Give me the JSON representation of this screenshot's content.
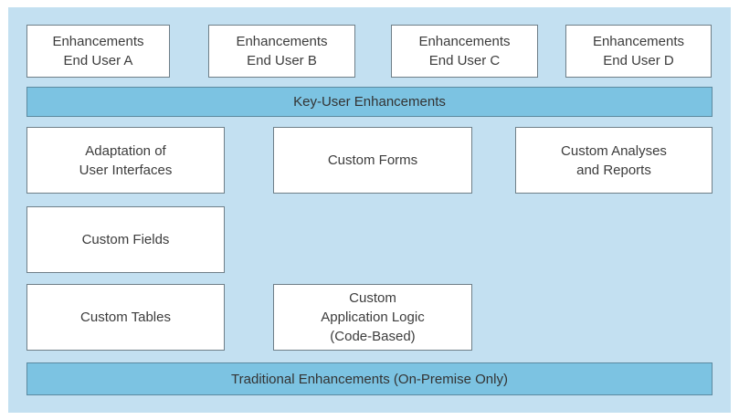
{
  "end_user_enhancements": [
    {
      "label": "Enhancements\nEnd User A"
    },
    {
      "label": "Enhancements\nEnd User B"
    },
    {
      "label": "Enhancements\nEnd User C"
    },
    {
      "label": "Enhancements\nEnd User D"
    }
  ],
  "key_user": {
    "bar_label": "Key-User Enhancements",
    "items": {
      "adaptation": "Adaptation of\nUser Interfaces",
      "forms": "Custom Forms",
      "analyses": "Custom Analyses\nand Reports",
      "fields": "Custom Fields",
      "tables": "Custom Tables",
      "logic": "Custom\nApplication Logic\n(Code-Based)"
    }
  },
  "traditional": {
    "bar_label": "Traditional Enhancements (On-Premise Only)"
  },
  "colors": {
    "background": "#c3e0f1",
    "bar_fill": "#7cc3e2",
    "box_fill": "#ffffff",
    "box_border": "#6f7f88",
    "text": "#3c3c3c"
  }
}
